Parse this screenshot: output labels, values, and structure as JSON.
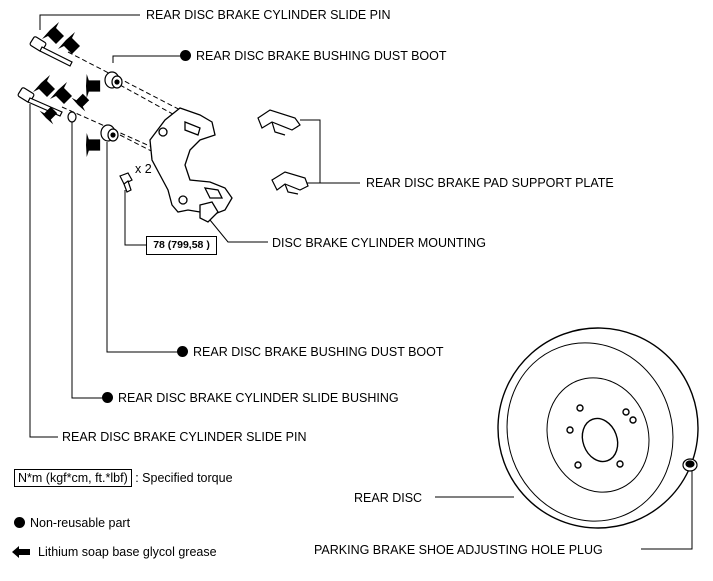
{
  "labels": {
    "slide_pin_top": "REAR DISC BRAKE CYLINDER SLIDE PIN",
    "bushing_dust_boot_top": "REAR DISC BRAKE BUSHING DUST BOOT",
    "pad_support_plate": "REAR DISC BRAKE PAD SUPPORT PLATE",
    "cylinder_mounting": "DISC BRAKE CYLINDER MOUNTING",
    "bushing_dust_boot_bottom": "REAR DISC BRAKE BUSHING DUST BOOT",
    "slide_bushing": "REAR DISC BRAKE CYLINDER SLIDE BUSHING",
    "slide_pin_bottom": "REAR DISC BRAKE CYLINDER SLIDE PIN",
    "rear_disc": "REAR DISC",
    "hole_plug": "PARKING BRAKE SHOE ADJUSTING HOLE PLUG"
  },
  "torque": {
    "value": "78 (799,58 )",
    "multiplier": "x 2"
  },
  "legend": {
    "torque_unit_box": "N*m (kgf*cm, ft.*lbf)",
    "torque_text": ": Specified torque",
    "non_reusable": "Non-reusable part",
    "grease": "Lithium soap base glycol grease"
  }
}
